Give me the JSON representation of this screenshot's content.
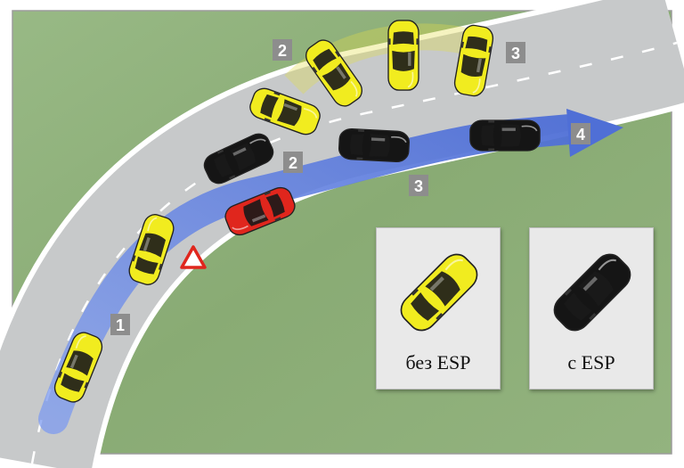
{
  "colors": {
    "grass": "#8fb07a",
    "road": "#c9cbcc",
    "road_edge": "#ffffff",
    "path_arrow": "#5d7fe0",
    "car_without_esp": "#f1ec1f",
    "car_with_esp": "#111111",
    "car_oncoming": "#e0261d",
    "marker_bg": "#8d8d8d",
    "legend_bg": "#e9e9e9"
  },
  "icons": {
    "hazard": "warning-triangle-icon"
  },
  "markers": {
    "m1": "1",
    "m2_top": "2",
    "m3_top": "3",
    "m2_mid": "2",
    "m3_mid": "3",
    "m4": "4"
  },
  "legend": {
    "without_esp": "без ESP",
    "with_esp": "с ESP"
  }
}
